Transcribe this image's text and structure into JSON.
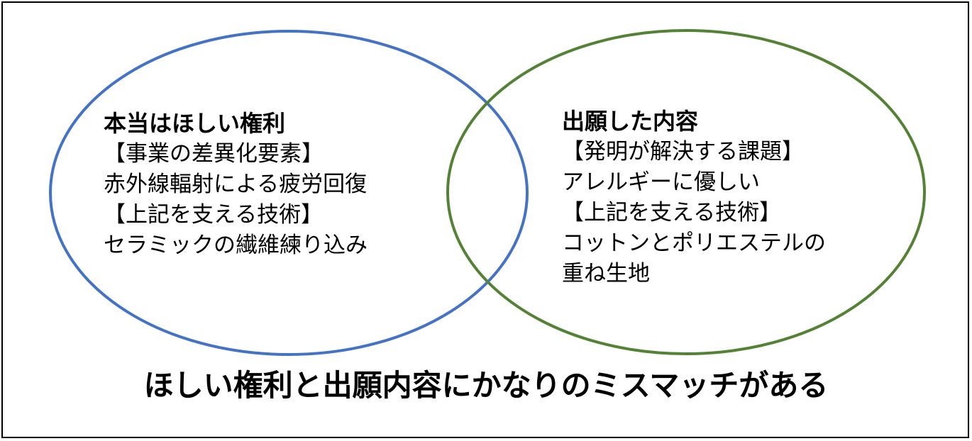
{
  "colors": {
    "left_ellipse": "#4472C4",
    "right_ellipse": "#548235",
    "frame": "#000000"
  },
  "left_set": {
    "title": "本当はほしい権利",
    "lines": [
      "【事業の差異化要素】",
      "赤外線輻射による疲労回復",
      "【上記を支える技術】",
      "セラミックの繊維練り込み"
    ]
  },
  "right_set": {
    "title": "出願した内容",
    "lines": [
      "【発明が解決する課題】",
      "アレルギーに優しい",
      "【上記を支える技術】",
      "コットンとポリエステルの",
      "重ね生地"
    ]
  },
  "conclusion": "ほしい権利と出願内容にかなりのミスマッチがある"
}
